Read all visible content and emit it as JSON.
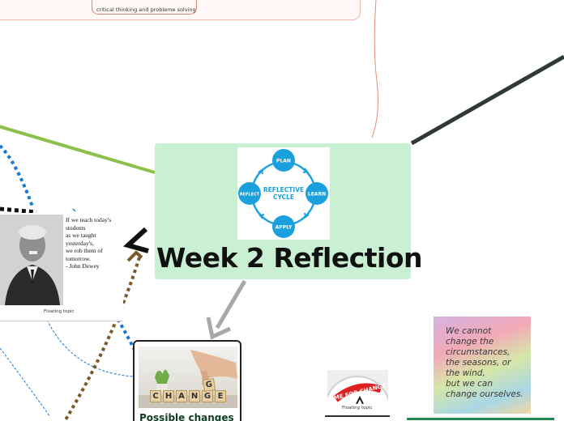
{
  "top_card": {
    "text": "critical thinking and probleme solving"
  },
  "center_topic": {
    "title": "Week 2 Reflection",
    "image_labels": {
      "plan": "PLAN",
      "learn": "LEARN",
      "apply": "APPLY",
      "reflect": "REFLECT",
      "center_line1": "REFLECTIVE",
      "center_line2": "CYCLE"
    }
  },
  "quote_topic": {
    "lines": [
      "If we teach today's",
      "students",
      "as we taught",
      "yesterday's,",
      "we rob them of",
      "tomorrow.",
      "- John Dewey"
    ],
    "caption": "Floating topic"
  },
  "change_topic": {
    "label": "Possible changes",
    "letters": [
      "C",
      "H",
      "A",
      "N",
      "G",
      "E"
    ],
    "top_letter": "G"
  },
  "time_topic": {
    "image_text": "TIME FOR CHANGE",
    "caption": "Floating topic"
  },
  "quote2_topic": {
    "lines": [
      "We cannot",
      "change the",
      "circumstances,",
      "the seasons, or",
      "the wind,",
      "but we can",
      "change ourselves."
    ]
  },
  "colors": {
    "center_bg": "#c9f0d2",
    "cycle_blue": "#1aa0dc",
    "branch_green": "#8cc04a",
    "branch_dark": "#2f3a33",
    "dotted_blue": "#1a78d0",
    "dotted_brown": "#7a5a2a",
    "accent_green": "#1f8a4d"
  }
}
